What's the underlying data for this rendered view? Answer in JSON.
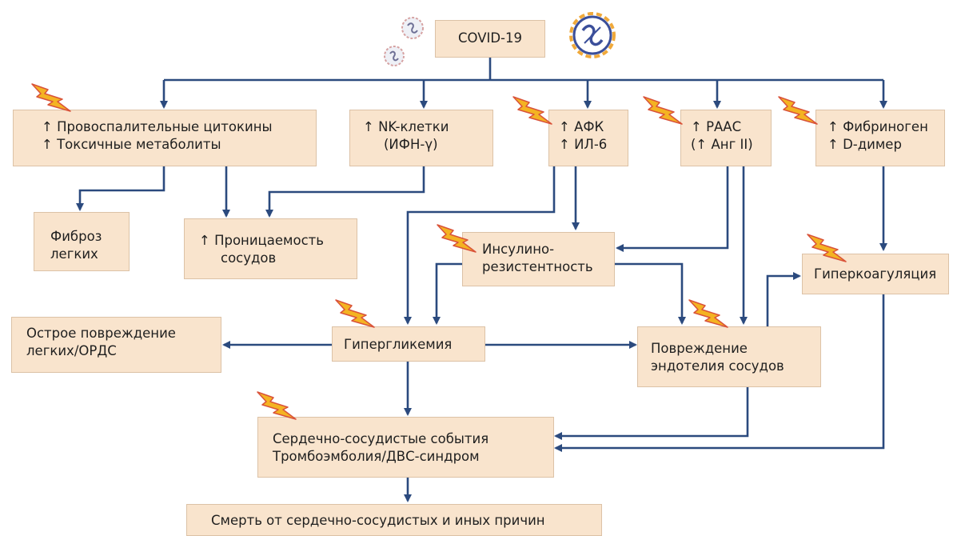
{
  "title": "COVID-19",
  "nodes": {
    "covid": "COVID-19",
    "cytokines": [
      "↑ Провоспалительные цитокины",
      "↑ Токсичные метаболиты"
    ],
    "nk": [
      "↑ NK-клетки",
      "(ИФН-γ)"
    ],
    "afk": [
      "↑ АФК",
      "↑ ИЛ-6"
    ],
    "raas": [
      "↑ РААС",
      "(↑ Анг II)"
    ],
    "fibrinogen": [
      "↑ Фибриноген",
      "↑ D-димер"
    ],
    "fibrosis": [
      "Фиброз",
      "легких"
    ],
    "permeability": [
      "↑ Проницаемость",
      "сосудов"
    ],
    "insulin": [
      "Инсулино-",
      "резистентность"
    ],
    "hypercoag": "Гиперкоагуляция",
    "lung": [
      "Острое повреждение",
      "легких/ОРДС"
    ],
    "hyperglycemia": "Гипергликемия",
    "endothelium": [
      "Повреждение",
      "эндотелия сосудов"
    ],
    "cardio": [
      "Сердечно-сосудистые события",
      "Тромбоэмболия/ДВС-синдром"
    ],
    "death": "Смерть от сердечно-сосудистых и иных причин"
  },
  "colors": {
    "box": "#f9e4cd",
    "arrow": "#2b4a7e",
    "bolt": "#f4b322",
    "bolt_edge": "#d9533a"
  },
  "icons": [
    "lightning-bolt-icon",
    "virus-icon"
  ]
}
